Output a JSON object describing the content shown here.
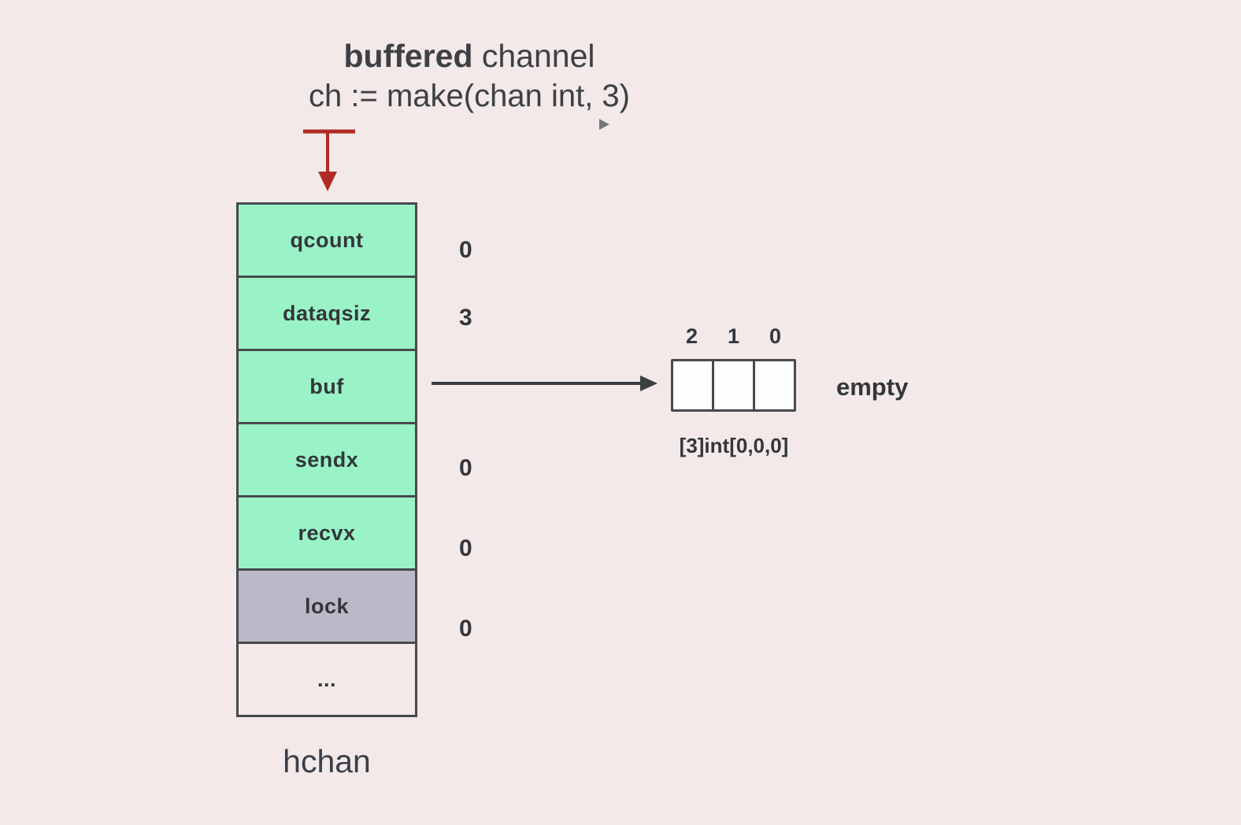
{
  "colors": {
    "background": "#f2e9e8",
    "field_green": "#99f3c7",
    "field_gray": "#bdb8c8",
    "field_plain": "#f3eae8",
    "border_dark": "#47494d",
    "pointer_red": "#b12b24",
    "text_dark": "#3c3f44",
    "cell_white": "#fdfdfd"
  },
  "title": {
    "emphasis": "buffered",
    "rest": " channel",
    "code": "ch := make(chan int, 3)"
  },
  "struct": {
    "caption": "hchan",
    "rows": [
      {
        "label": "qcount",
        "value": "0"
      },
      {
        "label": "dataqsiz",
        "value": "3"
      },
      {
        "label": "buf",
        "value": ""
      },
      {
        "label": "sendx",
        "value": "0"
      },
      {
        "label": "recvx",
        "value": "0"
      },
      {
        "label": "lock",
        "value": "0"
      },
      {
        "label": "...",
        "value": ""
      }
    ]
  },
  "buffer": {
    "indices": [
      "2",
      "1",
      "0"
    ],
    "type_label": "[3]int[0,0,0]",
    "status": "empty"
  }
}
